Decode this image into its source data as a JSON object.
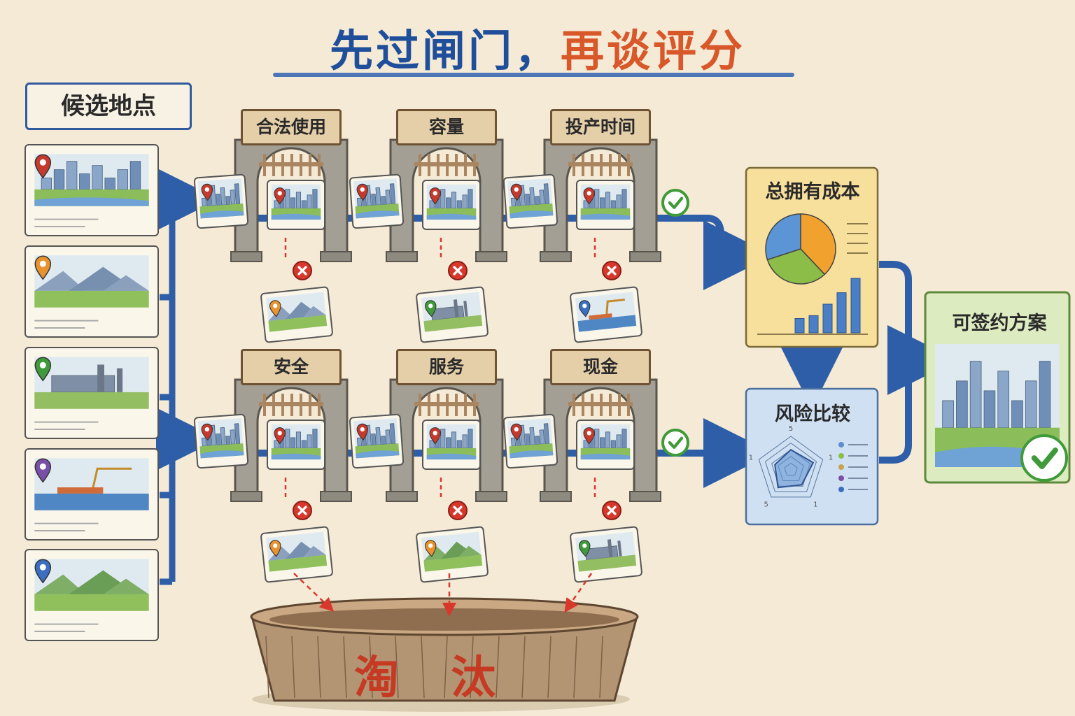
{
  "title": {
    "part1": "先过闸门，",
    "part2": "再谈评分"
  },
  "candidates": {
    "label": "候选地点",
    "items": [
      {
        "scene": "city",
        "pin": "#c63a2e"
      },
      {
        "scene": "mountains",
        "pin": "#e8932e"
      },
      {
        "scene": "factory",
        "pin": "#3f9a3a"
      },
      {
        "scene": "port",
        "pin": "#7a4fa8"
      },
      {
        "scene": "hills",
        "pin": "#3a6ec0"
      }
    ]
  },
  "gates": [
    {
      "label": "合法使用",
      "rejected_scene": "mountains",
      "rejected_pin": "#e8932e"
    },
    {
      "label": "容量",
      "rejected_scene": "factory",
      "rejected_pin": "#3f9a3a"
    },
    {
      "label": "投产时间",
      "rejected_scene": "port",
      "rejected_pin": "#3a6ec0"
    },
    {
      "label": "安全",
      "rejected_scene": "mountains",
      "rejected_pin": "#e8932e"
    },
    {
      "label": "服务",
      "rejected_scene": "hills",
      "rejected_pin": "#e8932e"
    },
    {
      "label": "现金",
      "rejected_scene": "factory",
      "rejected_pin": "#3f9a3a"
    }
  ],
  "tco": {
    "title": "总拥有成本",
    "pie": [
      {
        "value": 38,
        "color": "#f0a12e"
      },
      {
        "value": 32,
        "color": "#8bbd48"
      },
      {
        "value": 30,
        "color": "#5b95d6"
      }
    ],
    "bars": [
      0.25,
      0.3,
      0.5,
      0.7,
      0.95
    ]
  },
  "risk": {
    "title": "风险比较",
    "radar_outer_levels": [
      1,
      0.8,
      0.6,
      0.4,
      0.2
    ],
    "radar_values": [
      0.6,
      0.7,
      0.55,
      0.65,
      0.5
    ],
    "axis_ticks": [
      "5",
      "1",
      "1",
      "5",
      "1"
    ],
    "legend_colors": [
      "#5b8fd0",
      "#8bbd48",
      "#c8a250",
      "#7a4fa8",
      "#3a6ec0"
    ]
  },
  "result": {
    "title": "可签约方案"
  },
  "elimination": {
    "label": "淘 汰"
  },
  "colors": {
    "flow": "#2f5ea8",
    "check": "#3f9a3a",
    "reject": "#d8382c",
    "stone": "#a39f95",
    "wood": "#a98660"
  }
}
